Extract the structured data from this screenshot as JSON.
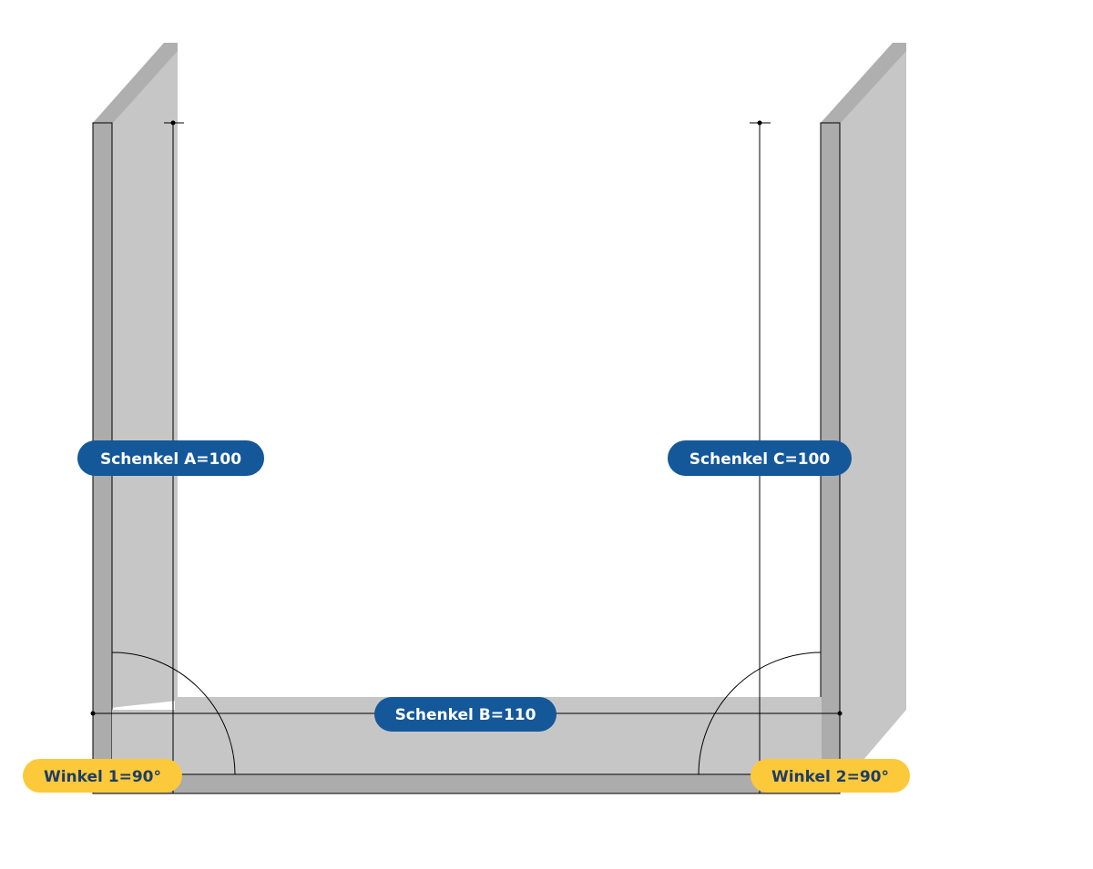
{
  "labels": {
    "schenkel_a": "Schenkel A=100",
    "schenkel_b": "Schenkel B=110",
    "schenkel_c": "Schenkel C=100",
    "winkel_1": "Winkel 1=90°",
    "winkel_2": "Winkel 2=90°"
  },
  "colors": {
    "leg_pill": "#14589a",
    "angle_pill": "#fcc93a",
    "leg_text": "#ffffff",
    "angle_text": "#1f3d66",
    "sheet_face": "#c6c6c6",
    "sheet_edge": "#acacac",
    "line": "#000000"
  }
}
